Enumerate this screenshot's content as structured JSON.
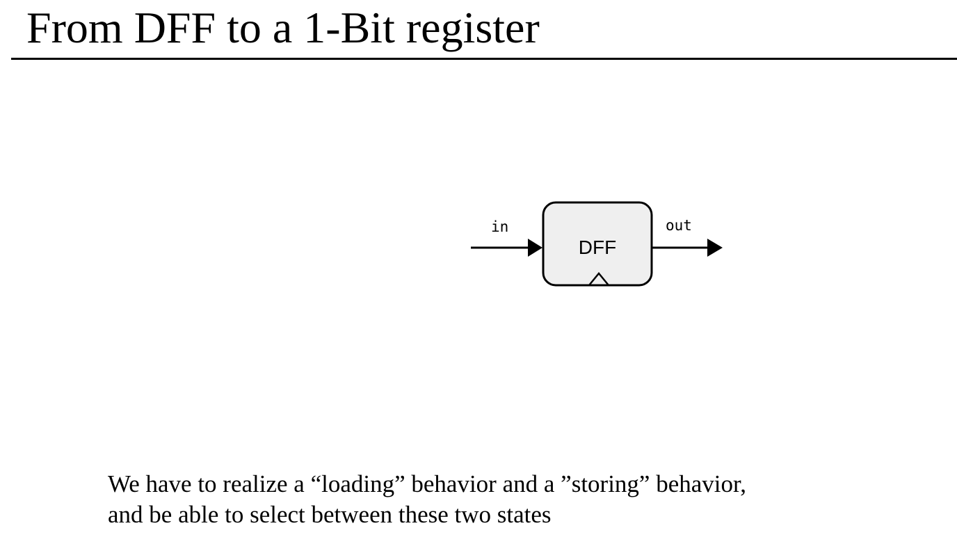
{
  "slide": {
    "title": "From DFF to a 1-Bit register",
    "body_lines": [
      "We have to realize a “loading” behavior and a ”storing” behavior,",
      "and be able to select between these two states"
    ]
  },
  "diagram": {
    "chip_label": "DFF",
    "input_label": "in",
    "output_label": "out",
    "colors": {
      "chip_fill": "#efefef",
      "stroke": "#000000"
    }
  }
}
